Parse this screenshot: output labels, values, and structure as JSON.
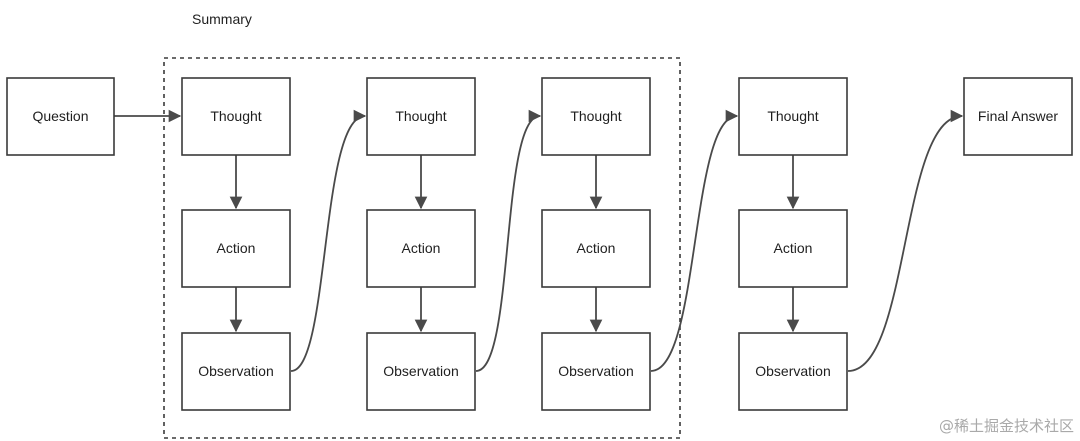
{
  "summary": {
    "label": "Summary"
  },
  "nodes": {
    "question": "Question",
    "final_answer": "Final Answer",
    "columns": [
      {
        "thought": "Thought",
        "action": "Action",
        "observation": "Observation"
      },
      {
        "thought": "Thought",
        "action": "Action",
        "observation": "Observation"
      },
      {
        "thought": "Thought",
        "action": "Action",
        "observation": "Observation"
      },
      {
        "thought": "Thought",
        "action": "Action",
        "observation": "Observation"
      }
    ]
  },
  "watermark": "@稀土掘金技术社区",
  "colors": {
    "stroke": "#3a3a3a",
    "edge": "#4a4a4a",
    "text": "#1f1f1f",
    "watermark": "#a9a9a9"
  }
}
